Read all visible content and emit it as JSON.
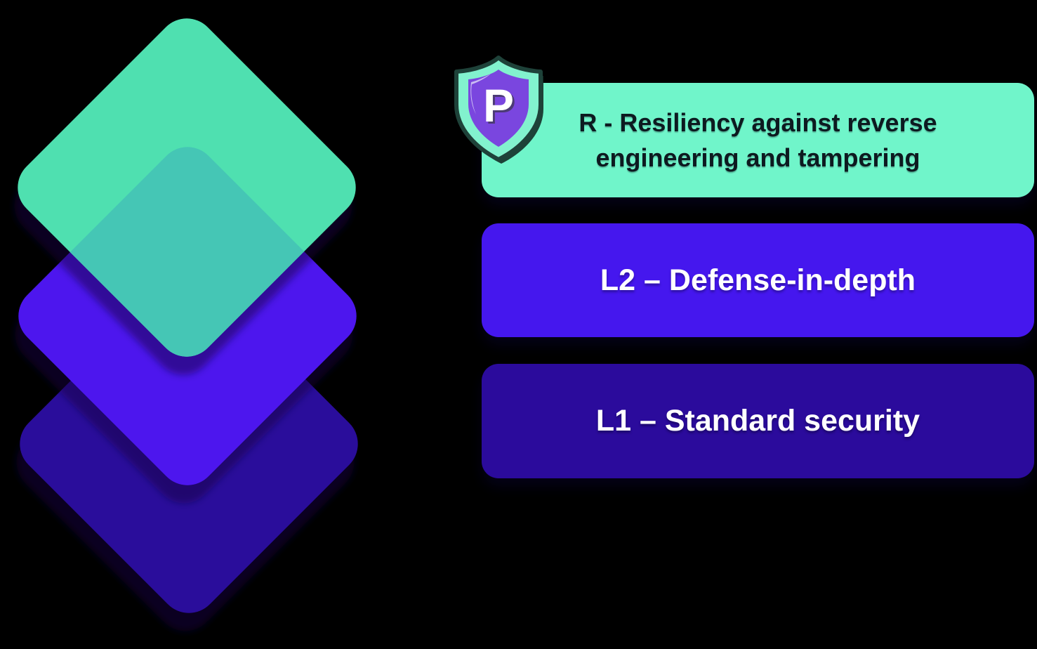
{
  "background": "#000000",
  "diamond_stack": {
    "description": "Three stacked rounded diamonds illustrating security layers",
    "layers": [
      {
        "name": "top-teal-diamond",
        "color": "#4FE0B0"
      },
      {
        "name": "teal-over-purple-overlap",
        "color": "#45C6B5"
      },
      {
        "name": "middle-purple-diamond",
        "color": "#4D18EE"
      },
      {
        "name": "bottom-dark-purple-diamond",
        "color": "#2B0B9B"
      }
    ],
    "shadow_color": "#140640"
  },
  "badge": {
    "letter": "P",
    "letter_color": "#FFFFFF",
    "letter_shadow_color": "#453A63",
    "shield_inner_color": "#7A46DF",
    "shield_border_color": "#82F2CE",
    "shield_outline_color": "#1E4239",
    "shield_shadow_color": "#142F28",
    "highlight_color": "#CFC3F2"
  },
  "levels": [
    {
      "id": "resiliency",
      "label": "R - Resiliency against reverse engineering and tampering",
      "bg_color": "#70F5CA",
      "text_color": "#0D1A20"
    },
    {
      "id": "l2",
      "label": "L2 – Defense-in-depth",
      "bg_color": "#4517EE",
      "text_color": "#FFFFFF"
    },
    {
      "id": "l1",
      "label": "L1 – Standard security",
      "bg_color": "#2B0B9C",
      "text_color": "#FFFFFF"
    }
  ]
}
